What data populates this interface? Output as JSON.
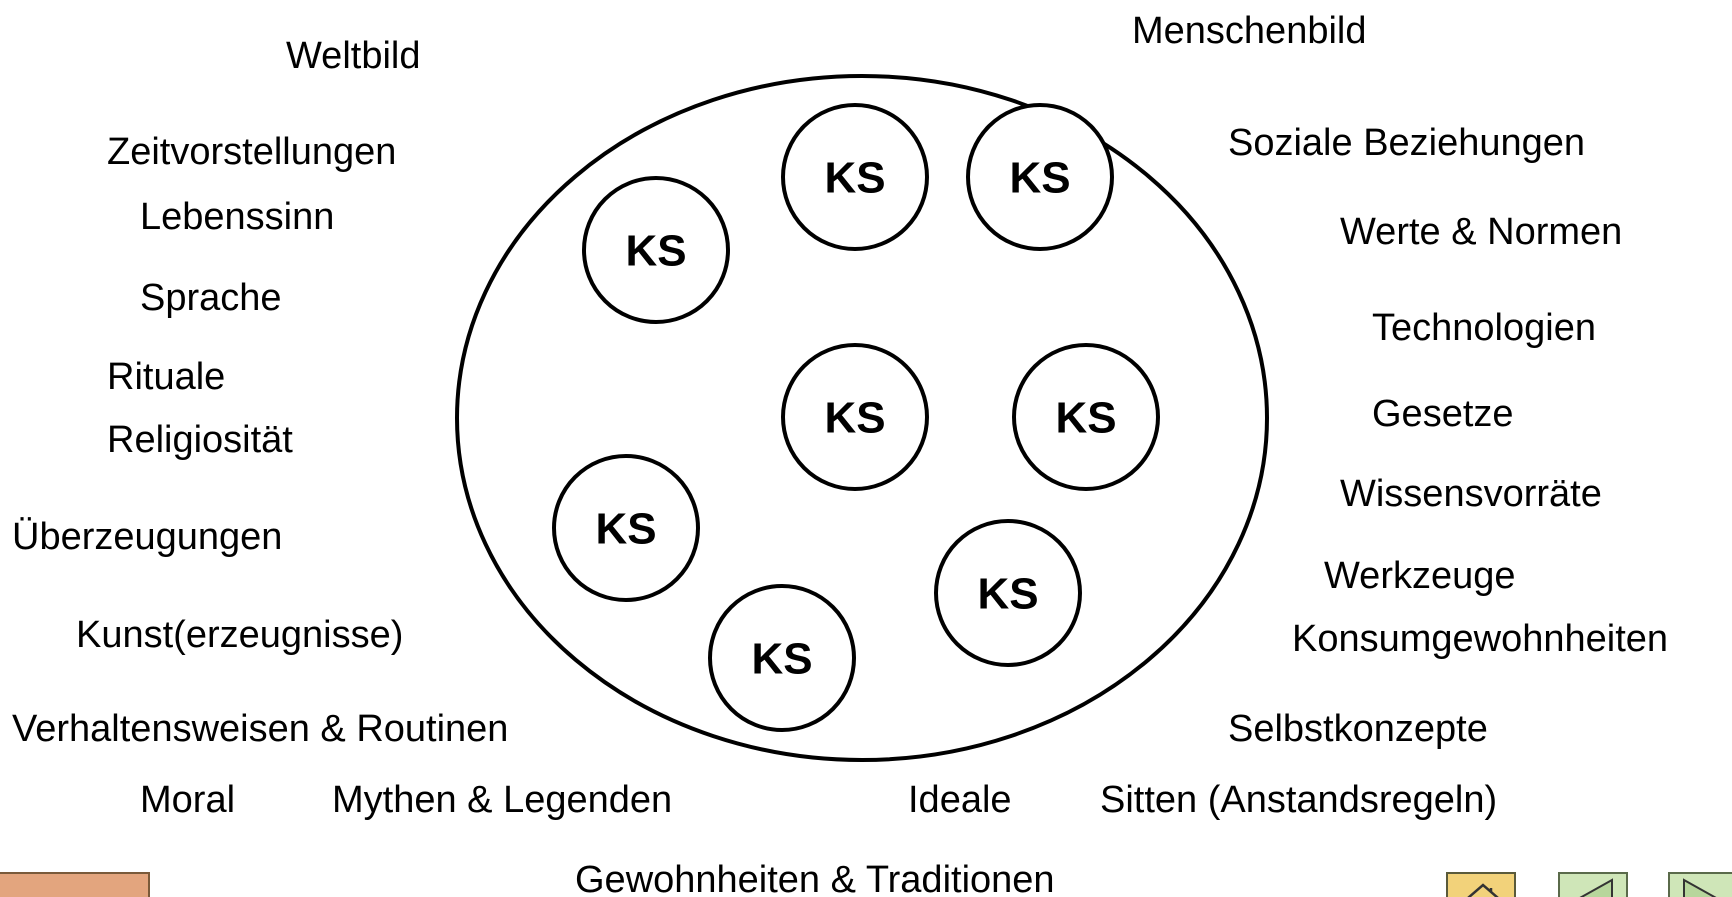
{
  "circle_label": "KS",
  "terms": {
    "menschenbild": "Menschenbild",
    "weltbild": "Weltbild",
    "zeitvorstellungen": "Zeitvorstellungen",
    "lebenssinn": "Lebenssinn",
    "sprache": "Sprache",
    "rituale": "Rituale",
    "religiositaet": "Religiosität",
    "ueberzeugungen": "Überzeugungen",
    "kunst": "Kunst(erzeugnisse)",
    "verhaltensweisen": "Verhaltensweisen & Routinen",
    "moral": "Moral",
    "mythen": "Mythen & Legenden",
    "ideale": "Ideale",
    "sitten": "Sitten (Anstandsregeln)",
    "gewohnheiten": "Gewohnheiten & Traditionen",
    "soziale_beziehungen": "Soziale Beziehungen",
    "werte_normen": "Werte & Normen",
    "technologien": "Technologien",
    "gesetze": "Gesetze",
    "wissensvorraete": "Wissensvorräte",
    "werkzeuge": "Werkzeuge",
    "konsumgewohnheiten": "Konsumgewohnheiten",
    "selbstkonzepte": "Selbstkonzepte"
  },
  "nav": {
    "home_icon": "home-icon",
    "prev_icon": "triangle-left-icon",
    "next_icon": "triangle-right-icon"
  },
  "colors": {
    "nav_left": "#e3a57e",
    "nav_home": "#f2d27a",
    "nav_arrows": "#cfe6b8"
  }
}
